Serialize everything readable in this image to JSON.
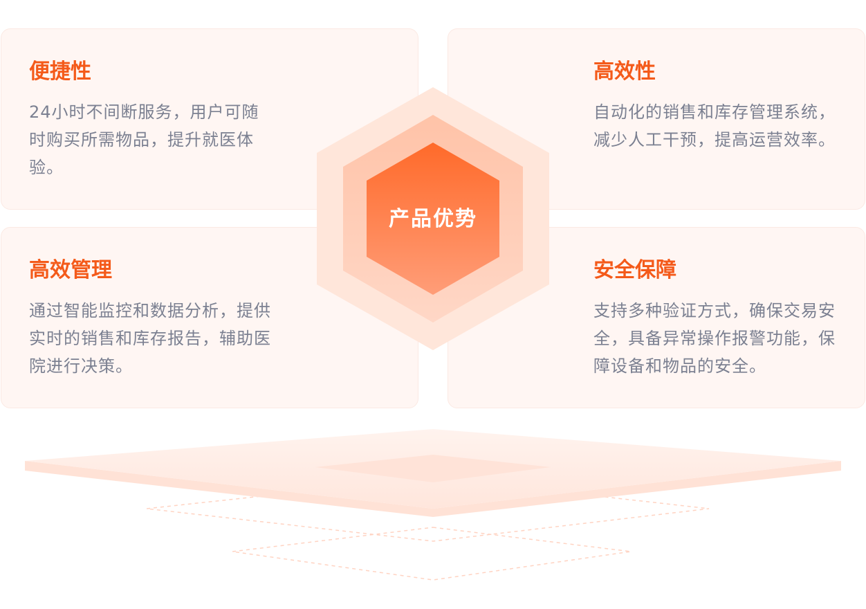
{
  "center": {
    "label": "产品优势"
  },
  "cards": [
    {
      "title": "便捷性",
      "description": "24小时不间断服务，用户可随时购买所需物品，提升就医体验。"
    },
    {
      "title": "高效性",
      "description": "自动化的销售和库存管理系统，减少人工干预，提高运营效率。"
    },
    {
      "title": "高效管理",
      "description": "通过智能监控和数据分析，提供实时的销售和库存报告，辅助医院进行决策。"
    },
    {
      "title": "安全保障",
      "description": "支持多种验证方式，确保交易安全，具备异常操作报警功能，保障设备和物品的安全。"
    }
  ],
  "colors": {
    "accent": "#f45a1a",
    "card_background": "#fff6f3",
    "description_text": "#7b8091",
    "hexagon_gradient_top": "#ff6a2a",
    "hexagon_gradient_bottom": "#ff9d78"
  }
}
